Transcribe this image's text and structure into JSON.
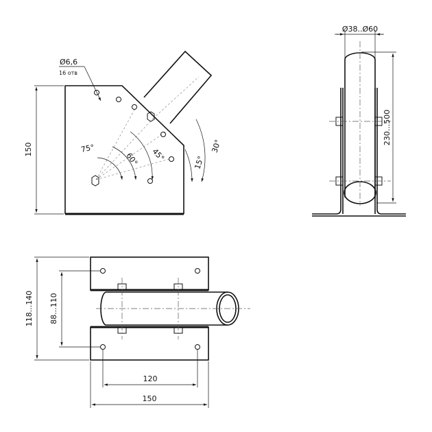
{
  "front_view": {
    "hole_diameter": "Ø6,6",
    "hole_count": "16 отв",
    "height": "150",
    "angles": [
      "75°",
      "60°",
      "45°",
      "30°",
      "15°"
    ]
  },
  "side_view": {
    "pipe_diameter": "Ø38..Ø60",
    "pipe_length": "230...500"
  },
  "top_view": {
    "outer_width": "118...140",
    "inner_width": "88...110",
    "hole_spacing": "120",
    "plate_length": "150"
  }
}
